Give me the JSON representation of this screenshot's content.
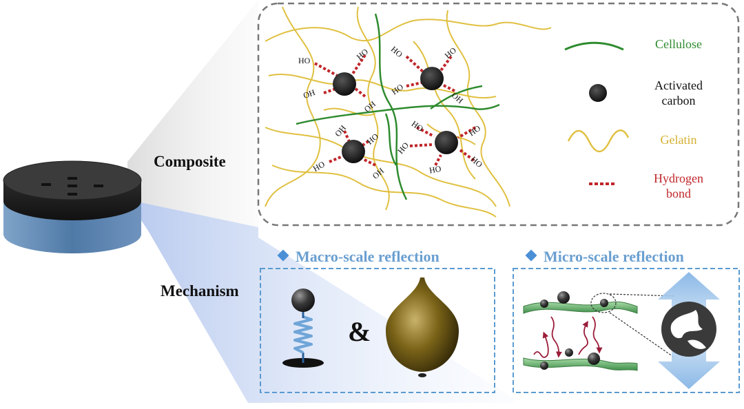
{
  "labels": {
    "composite": "Composite",
    "mechanism": "Mechanism"
  },
  "legend": {
    "cellulose": "Cellulose",
    "activated_carbon_line1": "Activated",
    "activated_carbon_line2": "carbon",
    "gelatin": "Gelatin",
    "hydrogen_bond_line1": "Hydrogen",
    "hydrogen_bond_line2": "bond"
  },
  "panels": {
    "macro_title": "Macro-scale reflection",
    "micro_title": "Micro-scale reflection",
    "ampersand": "&"
  },
  "groups": {
    "ho": "HO",
    "oh": "OH"
  },
  "colors": {
    "cellulose": "#2e8b2e",
    "gelatin": "#e0c040",
    "hydrogen_bond": "#c0262a",
    "carbon": "#111111",
    "panel_title": "#6a9fd0",
    "dashed_border": "#5a9ad0"
  }
}
